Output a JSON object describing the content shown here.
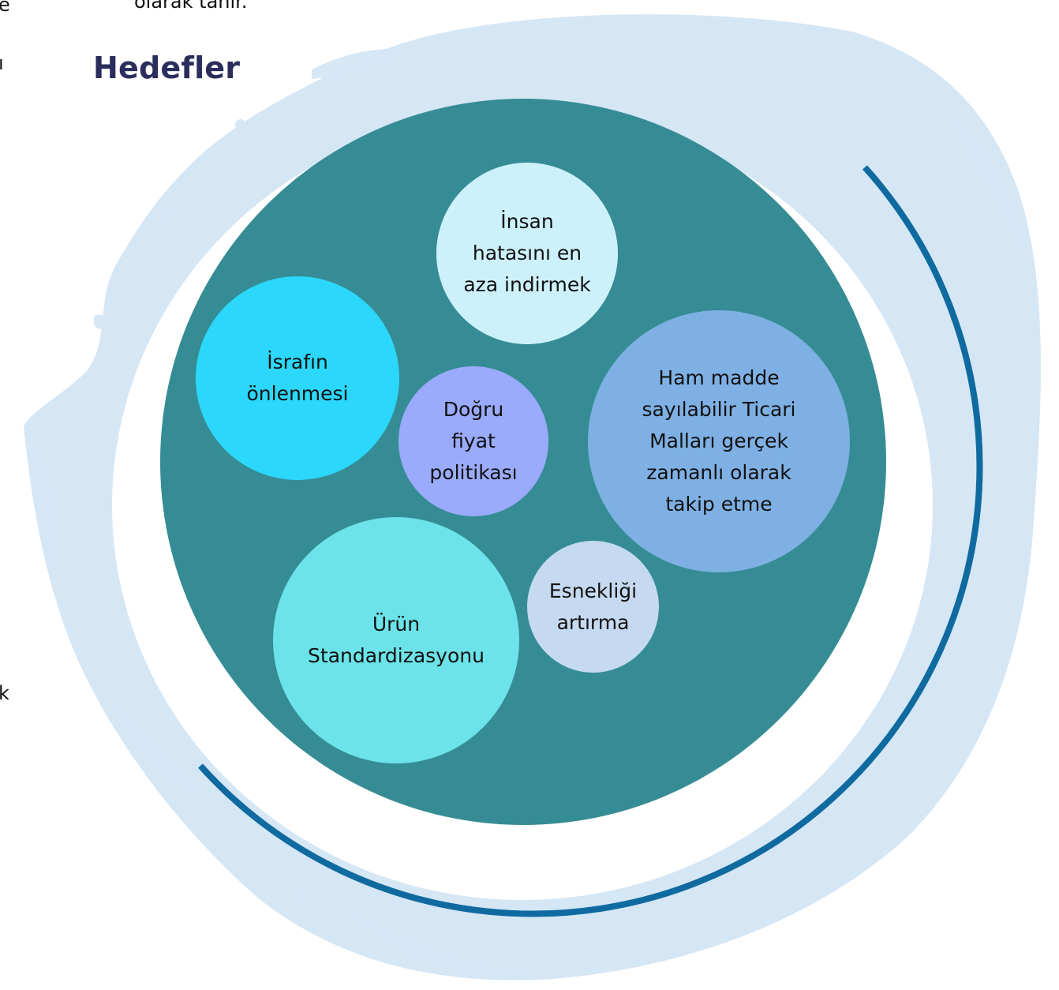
{
  "page": {
    "top_fragment": "olarak tanır.",
    "heading": "Hedefler",
    "left_edge_letters": [
      "e",
      "ı",
      "k"
    ]
  },
  "diagram": {
    "bubbles": [
      {
        "id": "insan",
        "lines": [
          "İnsan",
          "hatasını en",
          "aza indirmek"
        ],
        "color": "#cdf1fb"
      },
      {
        "id": "israf",
        "lines": [
          "İsrafın",
          "önlenmesi"
        ],
        "color": "#2bd8fb"
      },
      {
        "id": "dogru",
        "lines": [
          "Doğru",
          "fiyat",
          "politikası"
        ],
        "color": "#9aaafc"
      },
      {
        "id": "ham",
        "lines": [
          "Ham madde",
          "sayılabilir Ticari",
          "Malları gerçek",
          "zamanlı olarak",
          "takip etme"
        ],
        "color": "#7eb0e4"
      },
      {
        "id": "esnek",
        "lines": [
          "Esnekliği",
          "artırma"
        ],
        "color": "#c5daf0"
      },
      {
        "id": "urun",
        "lines": [
          "Ürün",
          "Standardizasyonu"
        ],
        "color": "#6ce3e8"
      }
    ],
    "colors": {
      "outer_circle": "#368c94",
      "arc": "#0f6aa0",
      "splash": "#d5e6f5",
      "heading": "#2b2d5c"
    }
  }
}
